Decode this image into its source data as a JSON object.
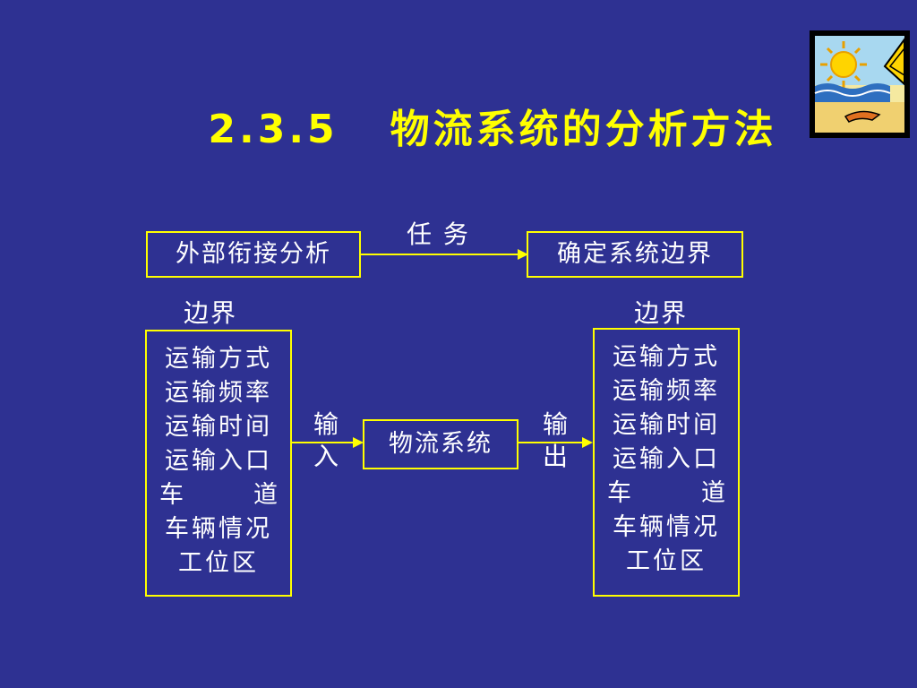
{
  "title": "2.3.5   物流系统的分析方法",
  "top_row": {
    "left_box": "外部衔接分析",
    "arrow_label": "任 务",
    "right_box": "确定系统边界"
  },
  "boundary_label_left": "边界",
  "boundary_label_right": "边界",
  "left_list": [
    "运输方式",
    "运输频率",
    "运输时间",
    "运输入口",
    "车",
    "道",
    "车辆情况",
    "工位区"
  ],
  "right_list": [
    "运输方式",
    "运输频率",
    "运输时间",
    "运输入口",
    "车",
    "道",
    "车辆情况",
    "工位区"
  ],
  "center_box": "物流系统",
  "input_label": [
    "输",
    "入"
  ],
  "output_label": [
    "输",
    "出"
  ],
  "colors": {
    "background": "#2e3192",
    "accent": "#ffff00",
    "text": "#ffffff"
  },
  "icons": {
    "clipart": "sun-beach-clipart-icon"
  }
}
